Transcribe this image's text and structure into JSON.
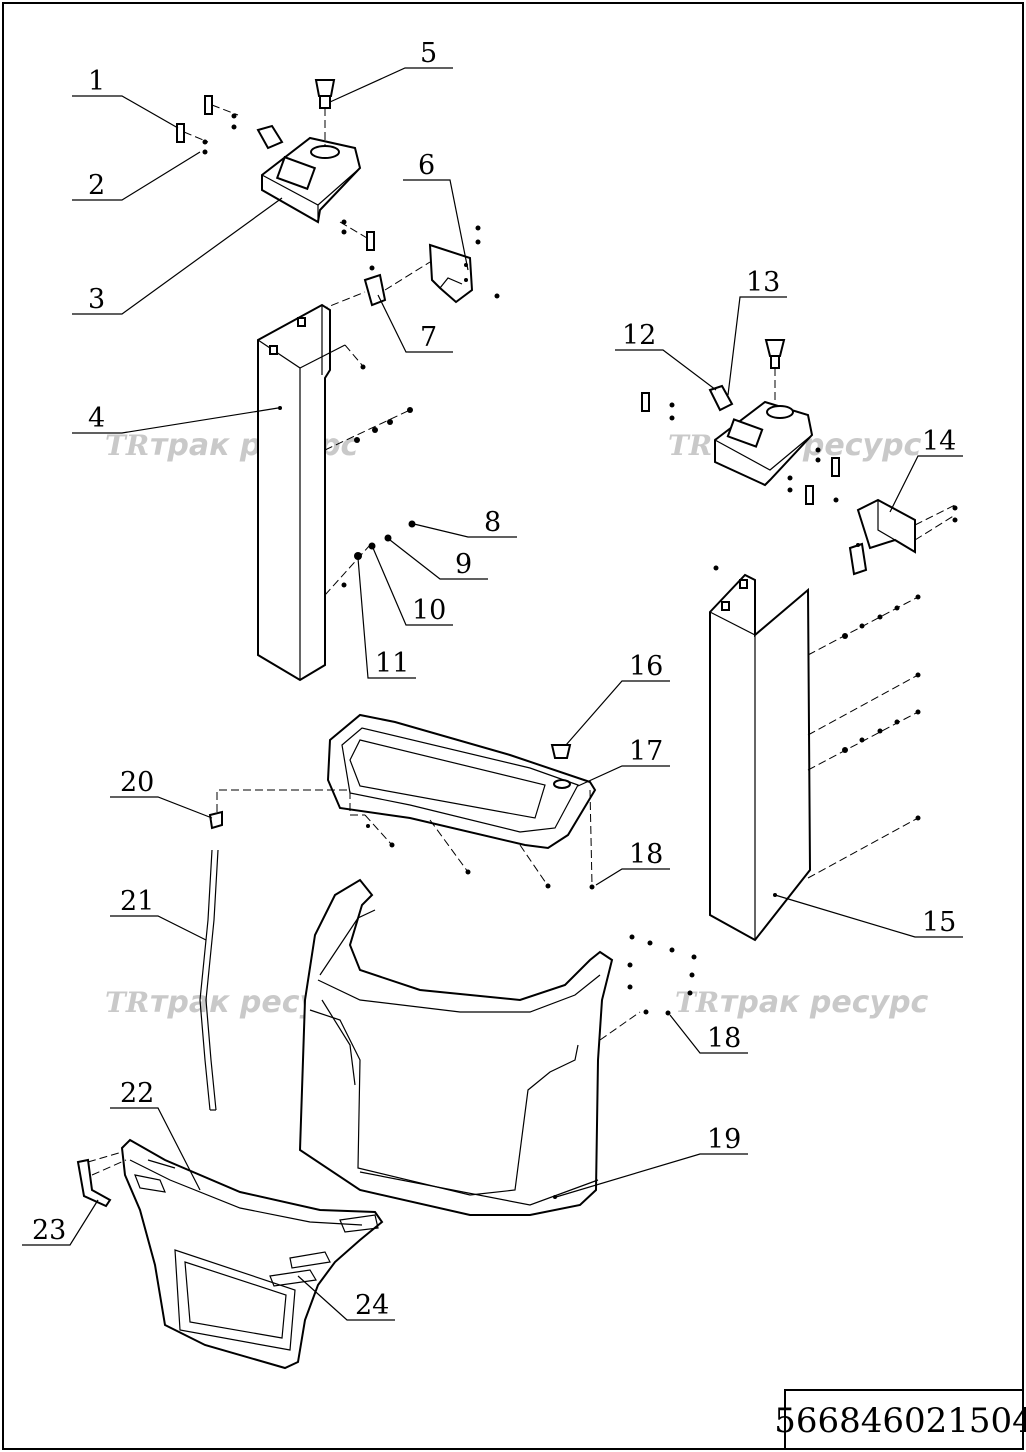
{
  "drawing_number": "566846021504",
  "watermark": "трак ресурс",
  "watermark_logo": "TR",
  "callouts": [
    {
      "label": "1"
    },
    {
      "label": "2"
    },
    {
      "label": "3"
    },
    {
      "label": "4"
    },
    {
      "label": "5"
    },
    {
      "label": "6"
    },
    {
      "label": "7"
    },
    {
      "label": "8"
    },
    {
      "label": "9"
    },
    {
      "label": "10"
    },
    {
      "label": "11"
    },
    {
      "label": "12"
    },
    {
      "label": "13"
    },
    {
      "label": "14"
    },
    {
      "label": "15"
    },
    {
      "label": "16"
    },
    {
      "label": "17"
    },
    {
      "label": "18"
    },
    {
      "label": "18"
    },
    {
      "label": "19"
    },
    {
      "label": "20"
    },
    {
      "label": "21"
    },
    {
      "label": "22"
    },
    {
      "label": "23"
    },
    {
      "label": "24"
    }
  ]
}
